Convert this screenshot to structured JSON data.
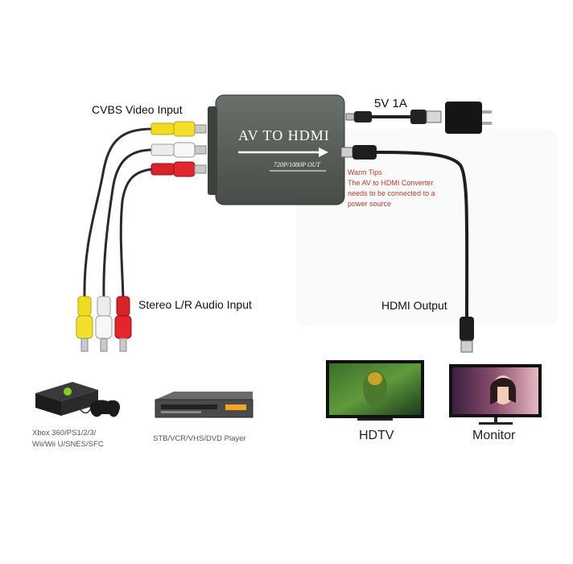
{
  "labels": {
    "cvbs_video_input": "CVBS Video Input",
    "power_spec": "5V 1A",
    "stereo_audio_input": "Stereo L/R Audio Input",
    "hdmi_output": "HDMI Output",
    "converter_title": "AV TO HDMI",
    "converter_resolution": "720P/1080P OUT",
    "warm_tips_title": "Warm Tips",
    "warm_tips_line1": "The AV to HDMI Converter",
    "warm_tips_line2": "needs to be connected to a",
    "warm_tips_line3": "power source",
    "consoles_line1": "Xbox 360/PS1/2/3/",
    "consoles_line2": "Wii/Wii U/SNES/SFC",
    "player_label": "STB/VCR/VHS/DVD Player",
    "hdtv_label": "HDTV",
    "monitor_label": "Monitor"
  },
  "colors": {
    "converter_body": "#5b6059",
    "rca_yellow": "#f0dc1e",
    "rca_white": "#f2f2f2",
    "rca_red": "#d8232a",
    "warm_tips_text": "#c0392b",
    "cable": "#2a2a2a"
  },
  "icons": [
    "rca-cable-icon",
    "usb-cable-icon",
    "power-adapter-icon",
    "hdmi-cable-icon",
    "game-console-icon",
    "dvd-player-icon",
    "hdtv-icon",
    "monitor-icon"
  ]
}
